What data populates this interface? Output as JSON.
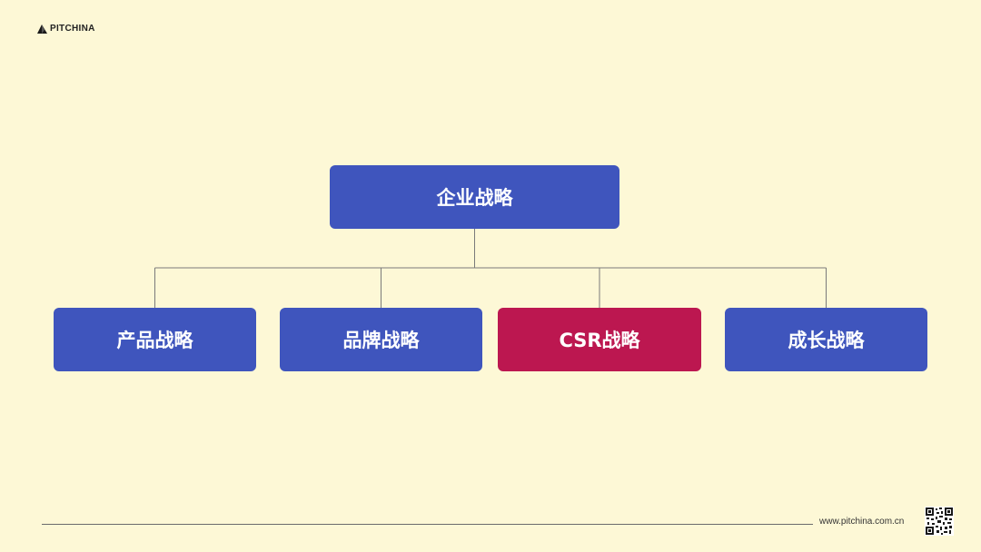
{
  "brand": {
    "logo_text": "PITCHINA"
  },
  "diagram": {
    "root": {
      "label": "企业战略",
      "color": "#3f55bd"
    },
    "children": [
      {
        "label": "产品战略",
        "color": "#3f55bd"
      },
      {
        "label": "品牌战略",
        "color": "#3f55bd"
      },
      {
        "label": "CSR战略",
        "color": "#bc1750"
      },
      {
        "label": "成长战略",
        "color": "#3f55bd"
      }
    ],
    "connector_color": "#7a7a7a"
  },
  "footer": {
    "url": "www.pitchina.com.cn"
  }
}
